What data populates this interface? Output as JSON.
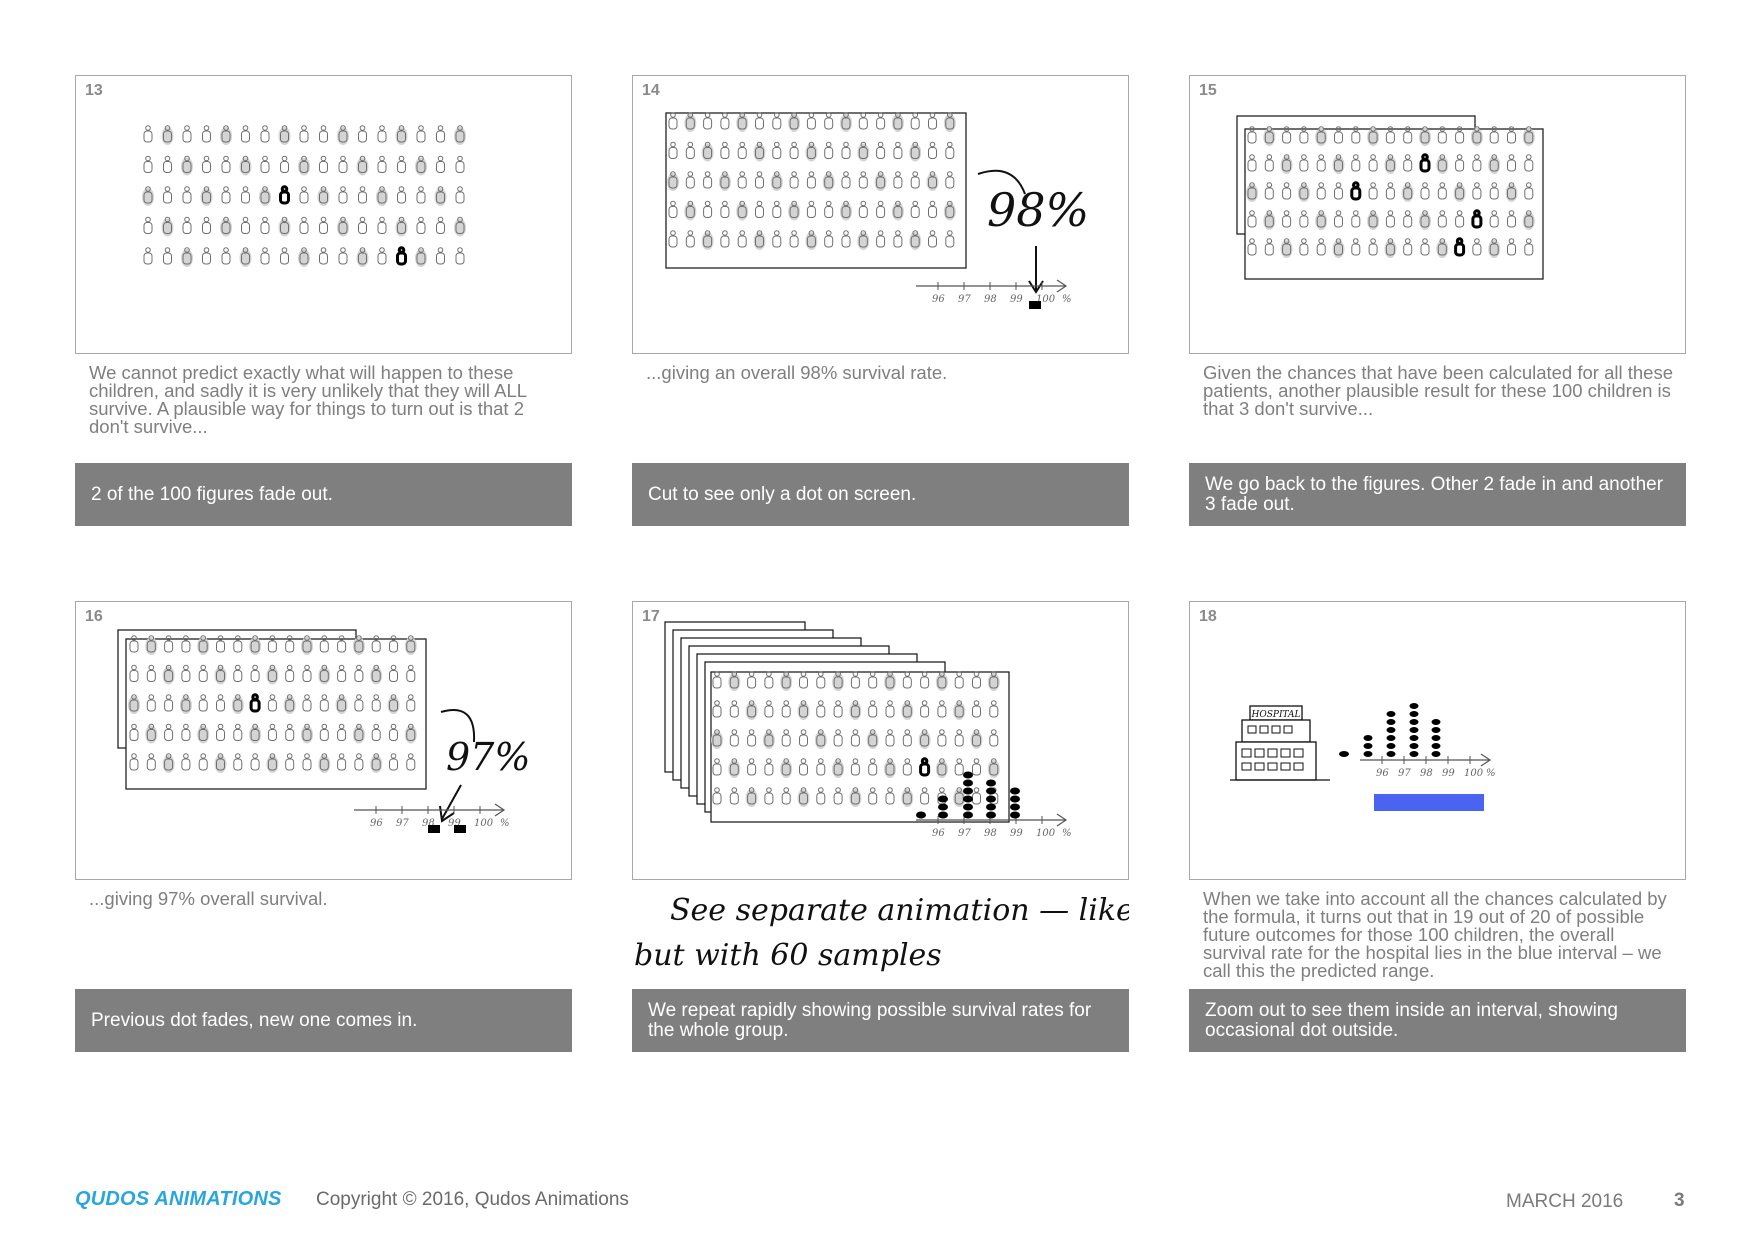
{
  "panels": [
    {
      "number": "13",
      "caption": "We cannot predict exactly what will happen to these children, and sadly it is very unlikely that they will ALL survive. A plausible way for things to turn out is that 2 don't survive...",
      "note": "2 of the 100 figures fade out."
    },
    {
      "number": "14",
      "caption": "...giving an overall 98% survival rate.",
      "note": "Cut to see only a dot on screen.",
      "percent_label": "98%"
    },
    {
      "number": "15",
      "caption": "Given the chances that have been calculated for all these patients, another plausible result for these 100 children is that 3 don't survive...",
      "note": "We go back to the figures. Other 2 fade in and another 3 fade out."
    },
    {
      "number": "16",
      "caption": "...giving 97% overall survival.",
      "note": "Previous dot fades, new one comes in.",
      "percent_label": "97%"
    },
    {
      "number": "17",
      "caption": "",
      "note": "We repeat rapidly showing possible survival rates for the whole group.",
      "handwritten_1": "See separate animation — like this",
      "handwritten_2": "but with 60 samples"
    },
    {
      "number": "18",
      "caption": "When we take into account all the chances calculated by the formula, it turns out that in 19 out of 20 of possible future outcomes for those 100 children, the overall survival rate for the hospital lies in the blue interval – we call this the predicted range.",
      "note": "Zoom out to see them inside an interval, showing occasional dot outside.",
      "sign": "HOSPITAL"
    }
  ],
  "axis_ticks": [
    "96",
    "97",
    "98",
    "99",
    "100",
    "%"
  ],
  "footer": {
    "logo": "QUDOS ANIMATIONS",
    "copyright": "Copyright © 2016, Qudos Animations",
    "date": "MARCH 2016",
    "page": "3"
  },
  "colors": {
    "bar_bg": "#7f7f7f",
    "interval": "#4a63f0",
    "logo": "#2aa6df"
  }
}
